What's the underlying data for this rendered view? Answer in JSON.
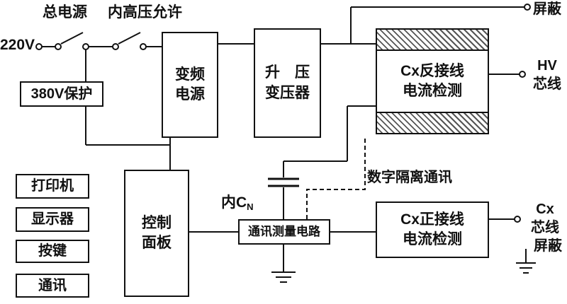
{
  "labels": {
    "main_power_switch": "总电源",
    "hv_permit_switch": "内高压允许",
    "v220": "220V",
    "shield_top": "屏蔽",
    "hv_core": "HV\n芯线",
    "cx_core": "Cx\n芯线",
    "shield_bottom": "屏蔽",
    "cn_main": "内C",
    "cn_sub": "N",
    "digital_isolation": "数字隔离通讯"
  },
  "boxes": {
    "protect_380v": "380V保护",
    "vf_power": "变频\n电源",
    "stepup_transformer": "升　压\n变压器",
    "cx_reverse": "Cx反接线\n电流检测",
    "printer": "打印机",
    "display": "显示器",
    "keys": "按键",
    "comm": "通讯",
    "control_panel": "控制\n面板",
    "comm_measure": "通讯测量电路",
    "cx_forward": "Cx正接线\n电流检测"
  },
  "colors": {
    "line": "#111111",
    "background": "#ffffff"
  }
}
